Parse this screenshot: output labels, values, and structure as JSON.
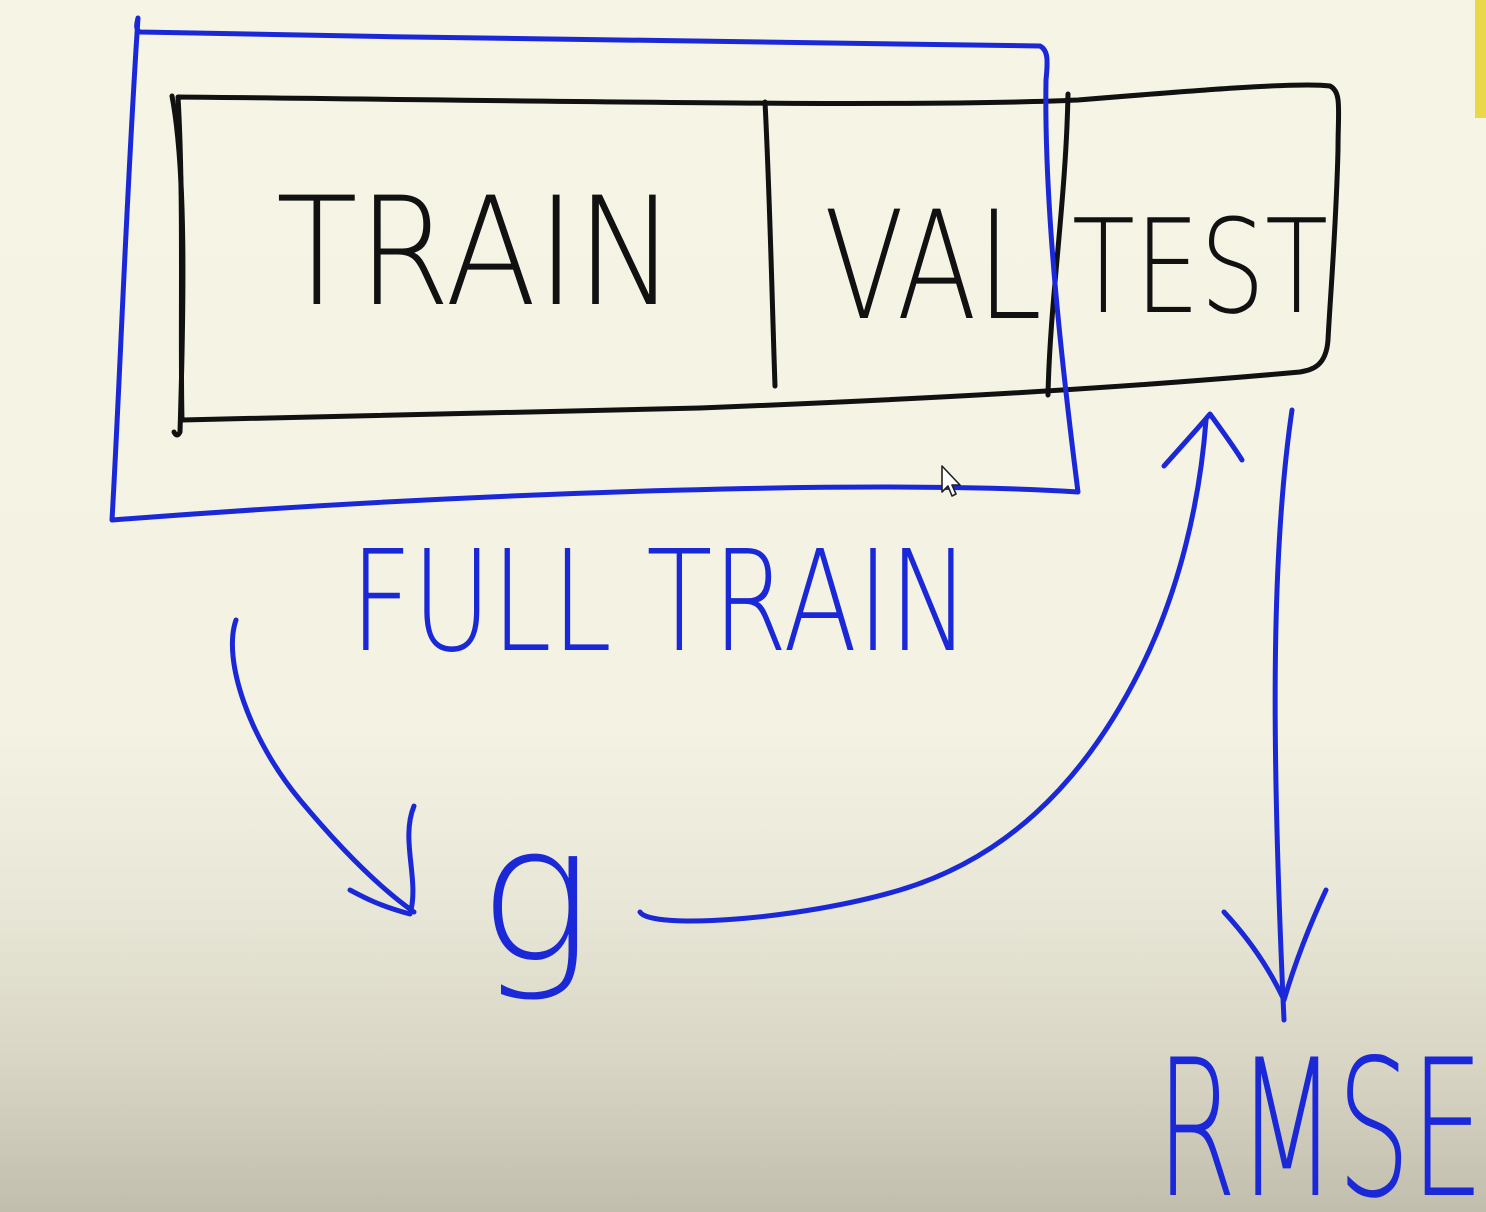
{
  "labels": {
    "train": "TRAIN",
    "val": "VAL",
    "test": "TEST",
    "full_train": "FULL TRAIN",
    "model": "g",
    "metric": "RMSE"
  },
  "colors": {
    "ink_black": "#111111",
    "ink_blue": "#1a28d8",
    "accent": "#e8d84a"
  },
  "icons": {
    "pointer": "mouse-cursor-icon"
  }
}
